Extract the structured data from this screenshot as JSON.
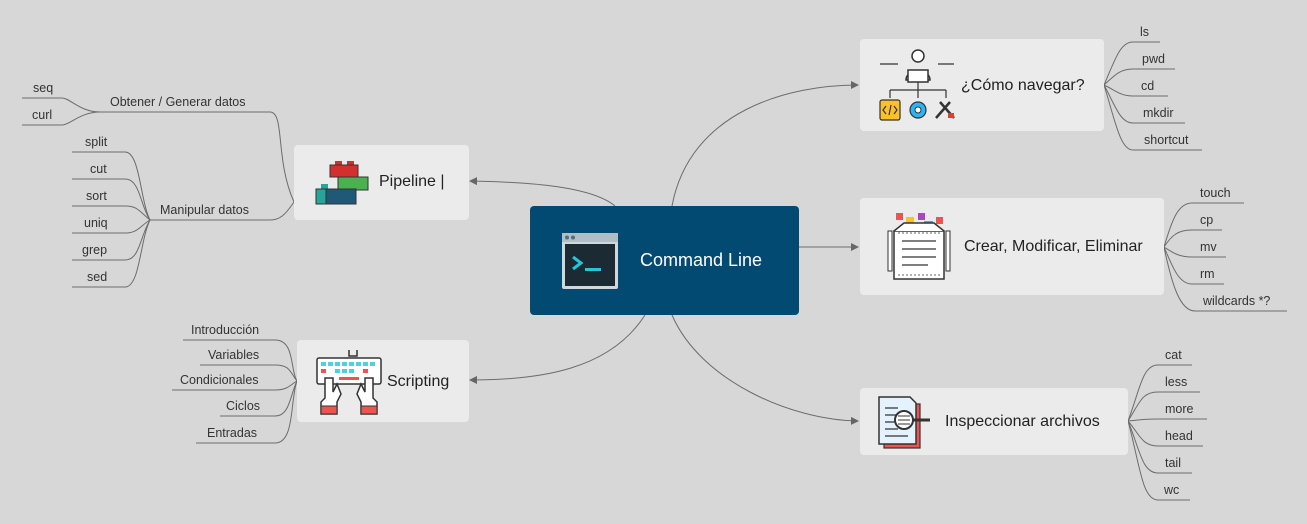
{
  "central": {
    "label": "Command Line"
  },
  "branches": {
    "pipeline": {
      "label": "Pipeline |",
      "groups": {
        "obtener": {
          "label": "Obtener / Generar datos",
          "items": [
            "seq",
            "curl"
          ]
        },
        "manipular": {
          "label": "Manipular datos",
          "items": [
            "split",
            "cut",
            "sort",
            "uniq",
            "grep",
            "sed"
          ]
        }
      }
    },
    "scripting": {
      "label": "Scripting",
      "items": [
        "Introducción",
        "Variables",
        "Condicionales",
        "Ciclos",
        "Entradas"
      ]
    },
    "navegar": {
      "label": "¿Cómo navegar?",
      "items": [
        "ls",
        "pwd",
        "cd",
        "mkdir",
        "shortcut"
      ]
    },
    "crear": {
      "label": "Crear, Modificar, Eliminar",
      "items": [
        "touch",
        "cp",
        "mv",
        "rm",
        "wildcards *?"
      ]
    },
    "inspeccionar": {
      "label": "Inspeccionar archivos",
      "items": [
        "cat",
        "less",
        "more",
        "head",
        "tail",
        "wc"
      ]
    }
  }
}
